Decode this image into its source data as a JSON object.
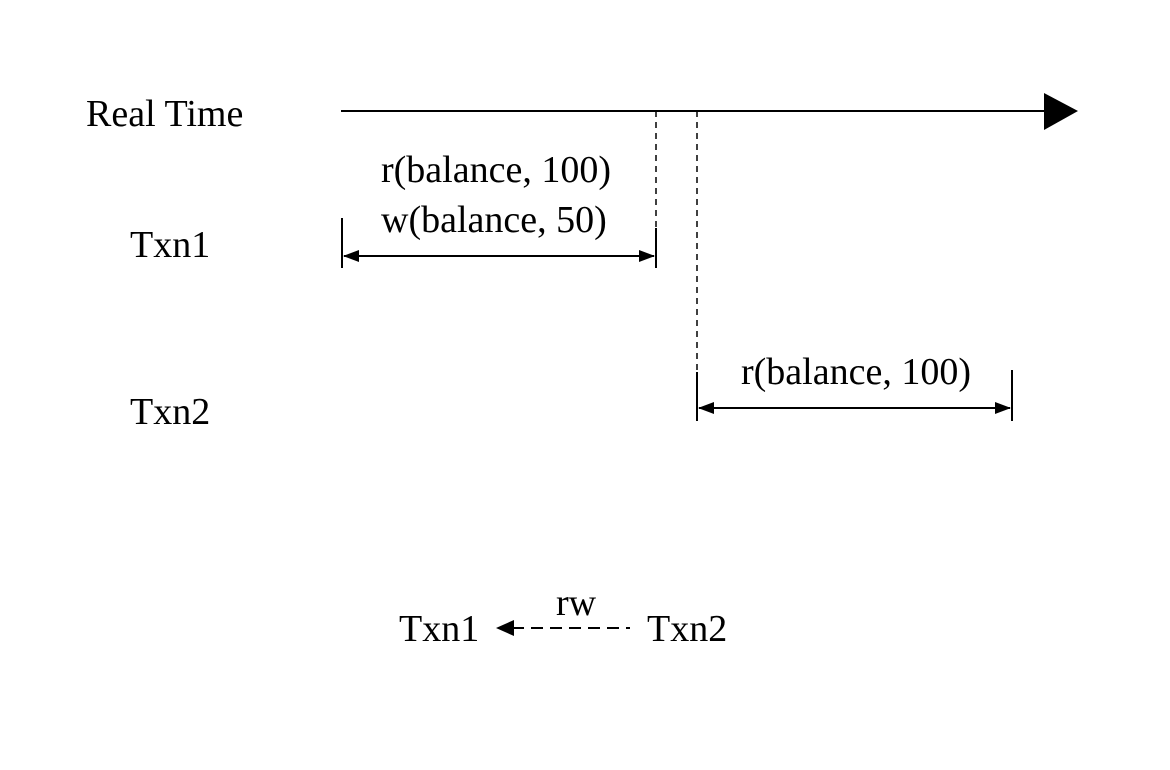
{
  "timeline": {
    "label": "Real Time"
  },
  "transactions": [
    {
      "name": "Txn1",
      "ops": [
        "r(balance, 100)",
        "w(balance, 50)"
      ]
    },
    {
      "name": "Txn2",
      "ops": [
        "r(balance, 100)"
      ]
    }
  ],
  "dependency": {
    "from": "Txn2",
    "to": "Txn1",
    "label": "rw"
  }
}
